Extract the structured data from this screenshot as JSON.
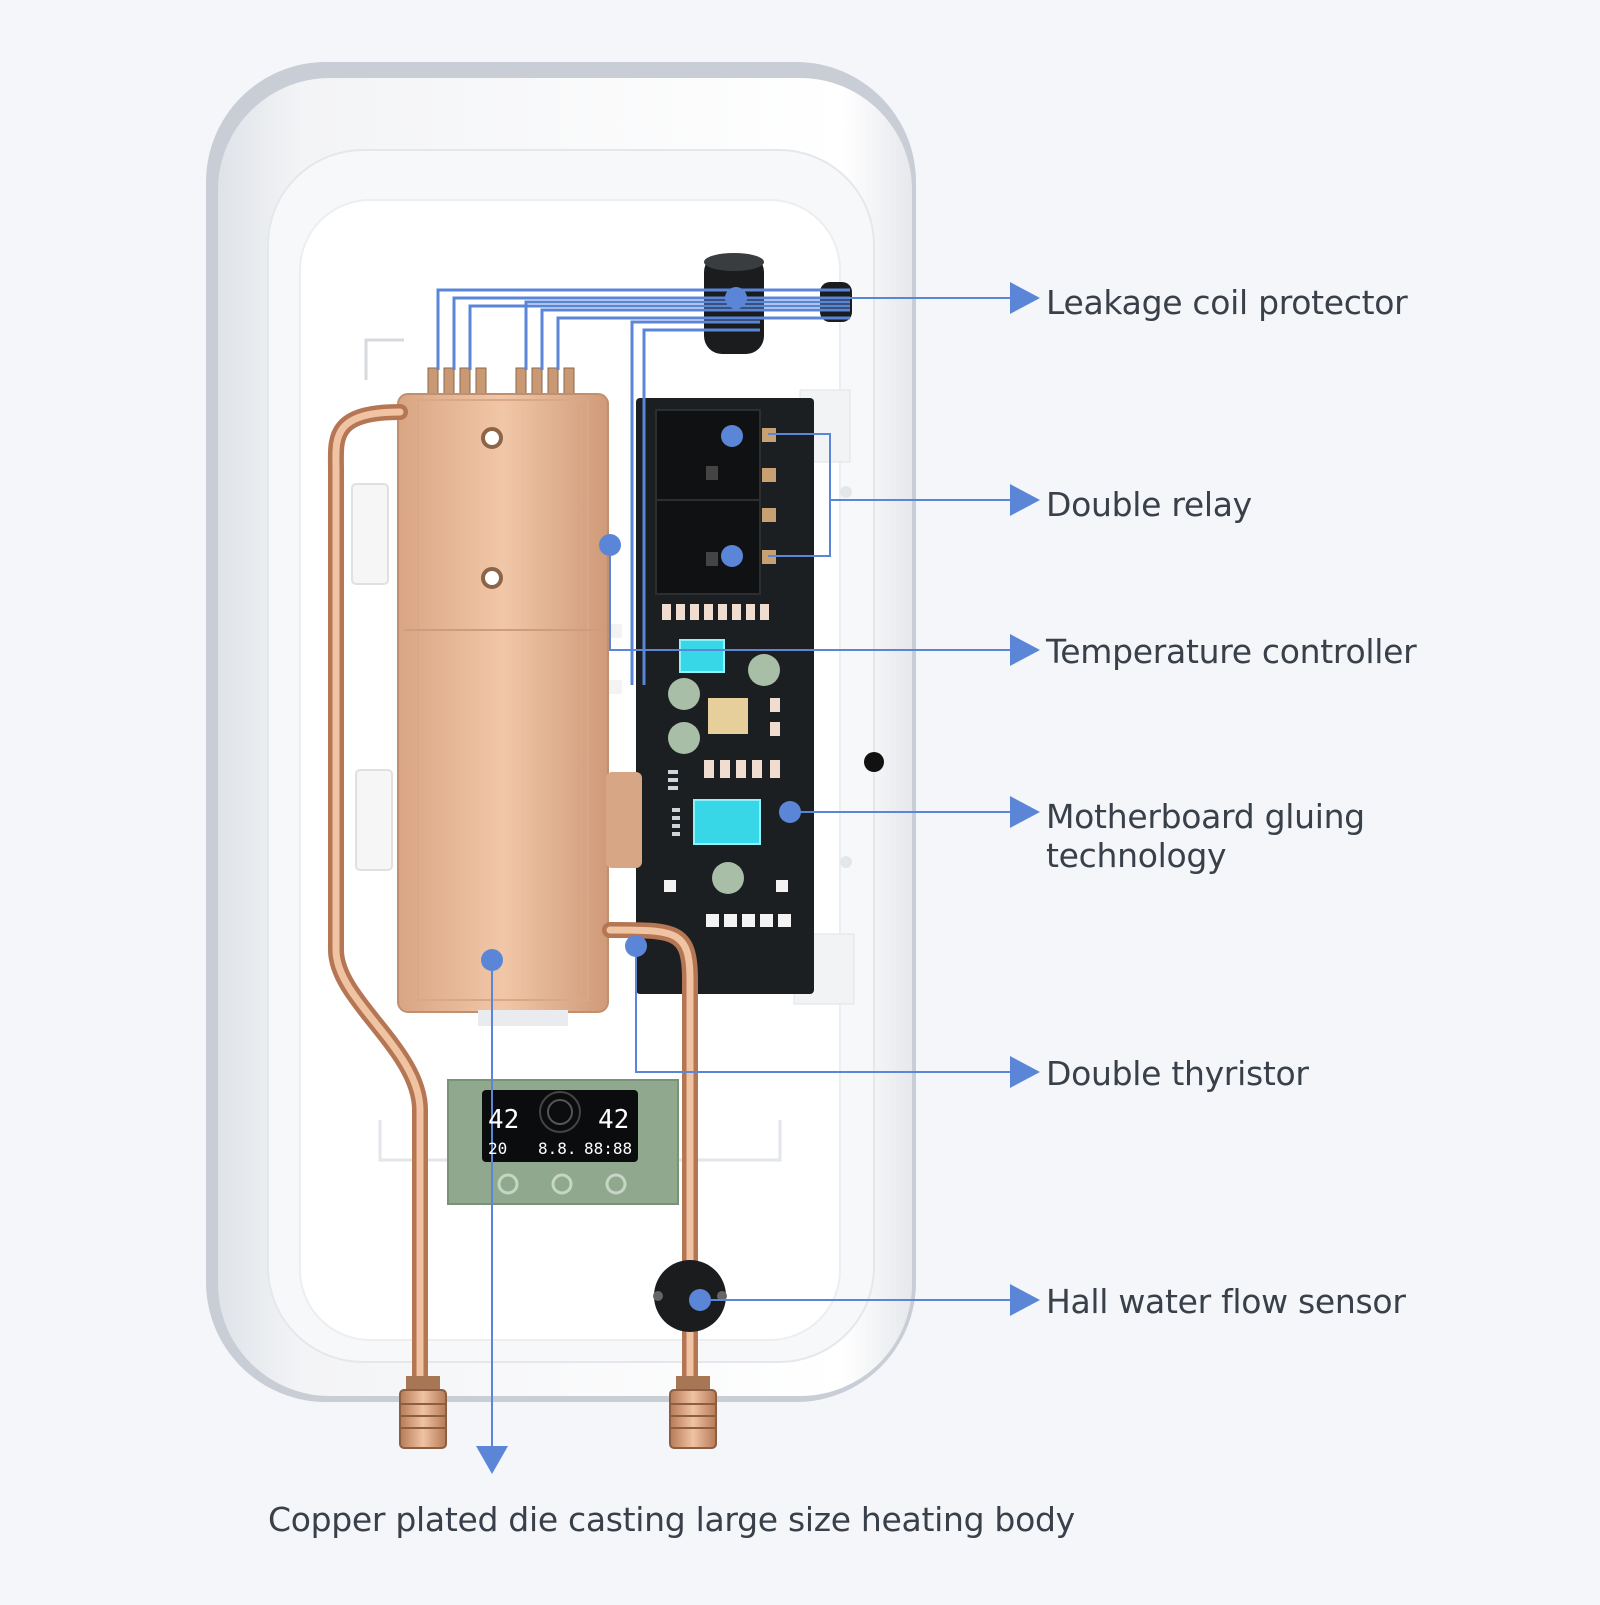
{
  "callouts": {
    "leakage_coil": "Leakage coil protector",
    "double_relay": "Double relay",
    "temp_controller": "Temperature controller",
    "motherboard_line1": "Motherboard gluing",
    "motherboard_line2": "technology",
    "double_thyristor": "Double thyristor",
    "hall_sensor": "Hall water flow sensor",
    "heating_body": "Copper plated die casting large size heating body"
  },
  "display": {
    "left_temp": "42",
    "right_temp": "42",
    "bottom_left": "20",
    "bottom_mid": "8.8.",
    "bottom_right": "88:88"
  },
  "colors": {
    "callout_blue": "#5b86d8",
    "label_text": "#39404a",
    "copper": "#e8b898",
    "board": "#1c1f21",
    "display_panel": "#8fa88e"
  }
}
